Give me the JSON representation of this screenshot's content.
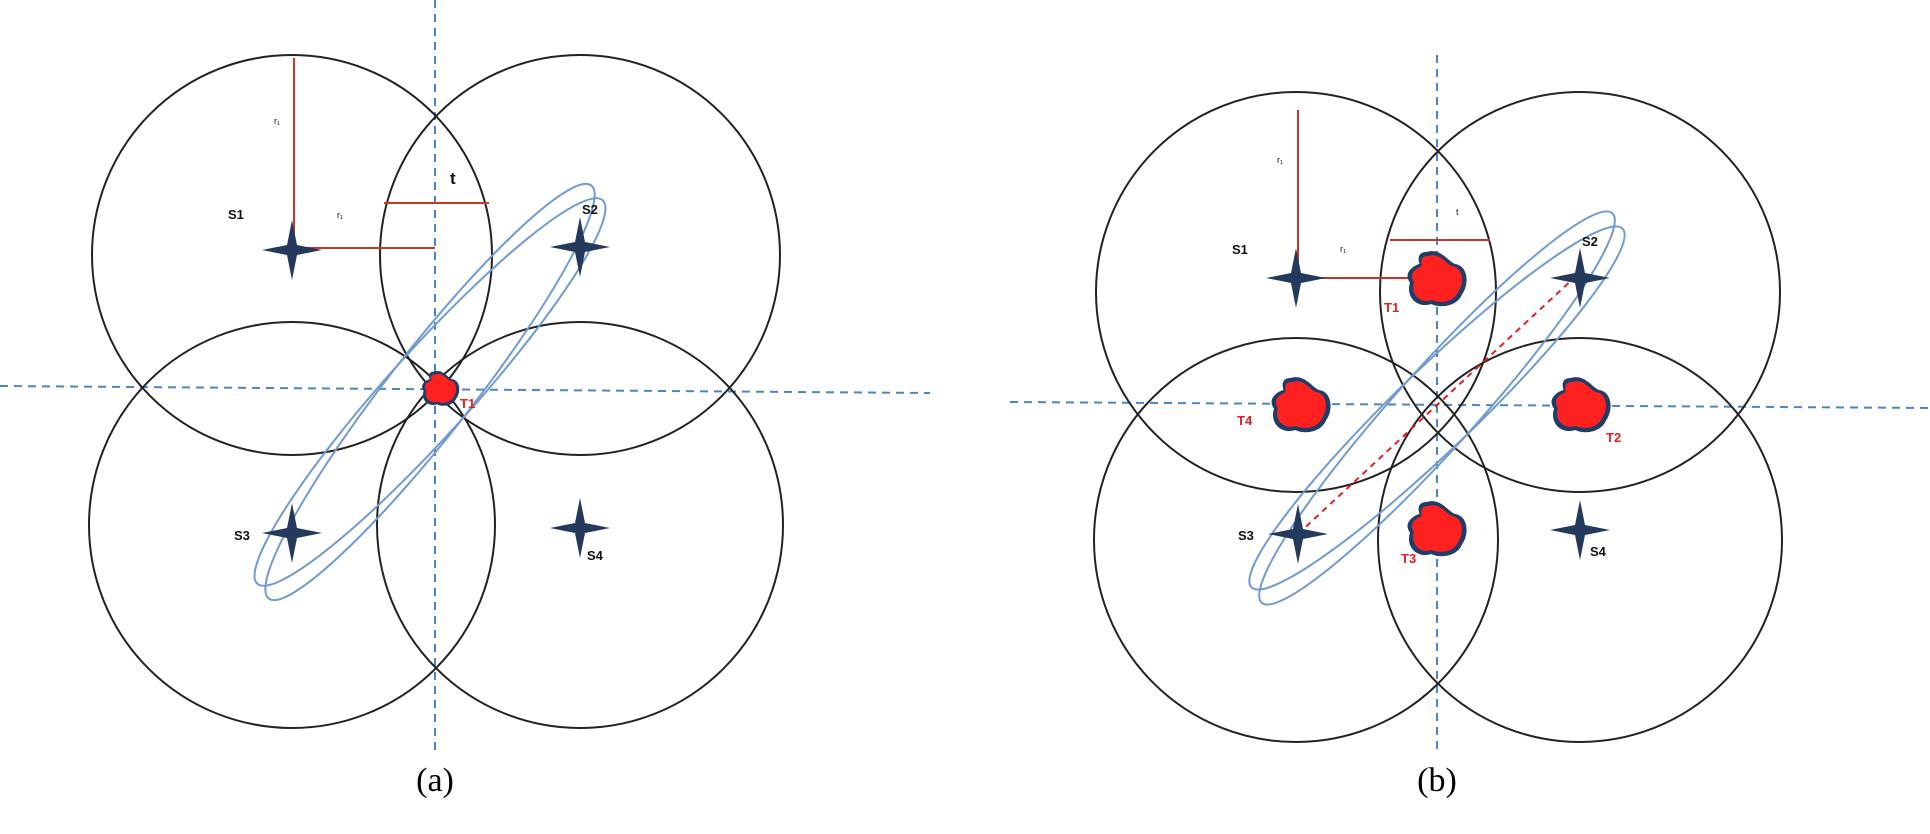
{
  "panels": [
    {
      "caption": "(a)",
      "sensor_labels": [
        "S1",
        "S2",
        "S3",
        "S4"
      ],
      "target_labels": [
        "T1"
      ],
      "range_labels": [
        "r₁",
        "r₁"
      ],
      "t_label": "t"
    },
    {
      "caption": "(b)",
      "sensor_labels": [
        "S1",
        "S2",
        "S3",
        "S4"
      ],
      "target_labels": [
        "T1",
        "T2",
        "T3",
        "T4"
      ],
      "range_labels": [
        "r₁",
        "r₁"
      ],
      "t_label": "t"
    }
  ],
  "colors": {
    "circle": "#222222",
    "axis": "#4a86c6",
    "ellipse": "#6f9bd0",
    "range_line": "#c0392b",
    "sensor": "#233a5c",
    "target_fill": "#ff2020",
    "target_outline": "#1f3d68",
    "target_label": "#e02020"
  },
  "icons": {
    "sensor": "four-point-star-icon",
    "target": "blob-target-icon"
  }
}
